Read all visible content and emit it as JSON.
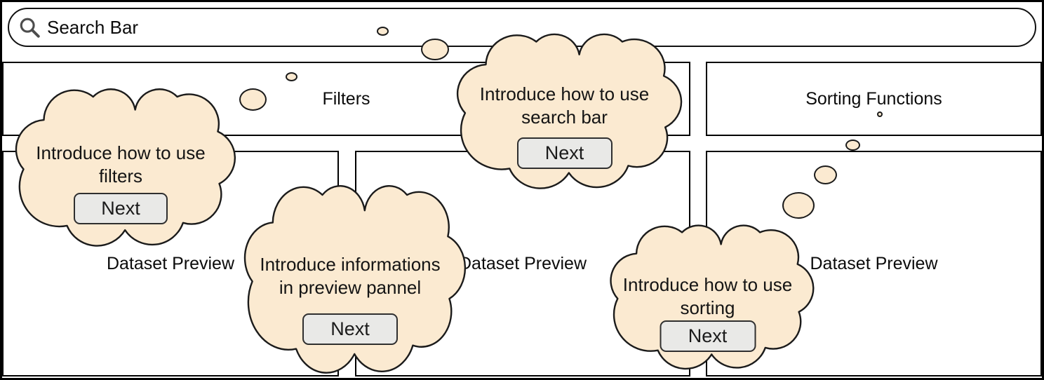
{
  "search_bar": {
    "label": "Search Bar",
    "icon": "magnifier"
  },
  "panels": {
    "filters_label": "Filters",
    "sorting_label": "Sorting Functions",
    "dataset_preview_left_label": "Dataset Preview",
    "dataset_preview_middle_label": "Dataset Preview",
    "dataset_preview_right_label": "Dataset Preview"
  },
  "tour": {
    "search": {
      "line1": "Introduce how to use",
      "line2": "search bar",
      "button": "Next"
    },
    "filters": {
      "line1": "Introduce how to use",
      "line2": "filters",
      "button": "Next"
    },
    "preview": {
      "line1": "Introduce informations",
      "line2": "in preview pannel",
      "button": "Next"
    },
    "sorting": {
      "line1": "Introduce how to use",
      "line2": "sorting",
      "button": "Next"
    }
  },
  "colors": {
    "cloud_fill": "#FBEAD1",
    "cloud_stroke": "#1B1B1B",
    "next_button_fill": "#E9E9E7",
    "next_button_border": "#2F2F2F",
    "panel_border": "#000000",
    "search_icon_gray": "#4D4D4D"
  }
}
